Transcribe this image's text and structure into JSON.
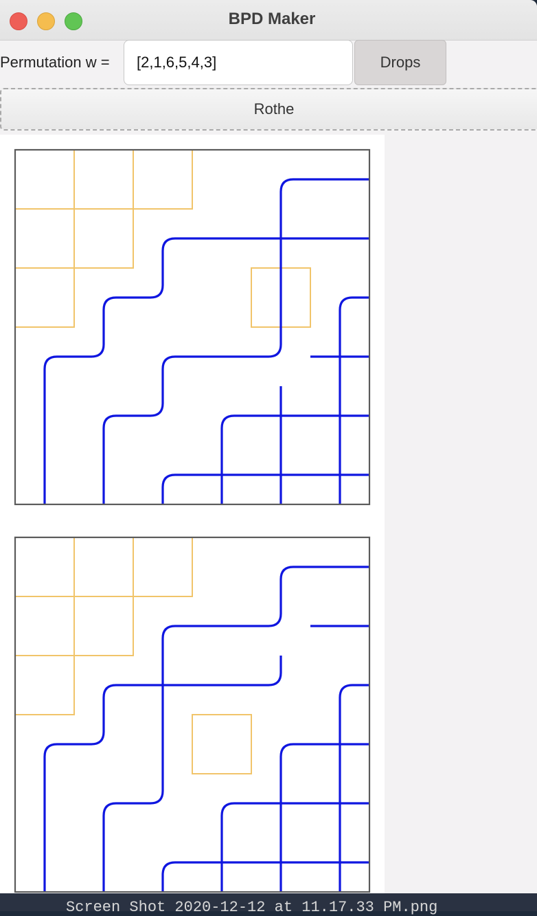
{
  "window": {
    "title": "BPD Maker"
  },
  "toolbar": {
    "perm_label": "Permutation w =",
    "perm_value": "[2,1,6,5,4,3]",
    "drops_label": "Drops",
    "rothe_label": "Rothe"
  },
  "desktop": {
    "caption": "Screen Shot 2020-12-12 at 11.17.33 PM.png"
  },
  "colors": {
    "pipe": "#0f16e0",
    "box": "#f1c46a",
    "frame": "#5b5b5b"
  },
  "diagrams": [
    {
      "name": "bpd-1",
      "size": 6,
      "boxes": [
        [
          0,
          0
        ],
        [
          0,
          1
        ],
        [
          0,
          2
        ],
        [
          1,
          0
        ],
        [
          1,
          1
        ],
        [
          2,
          0
        ],
        [
          2,
          4
        ]
      ],
      "tiles": [
        [
          "",
          "",
          "",
          "",
          "r",
          "h"
        ],
        [
          "",
          "",
          "r",
          "h",
          "+",
          "h"
        ],
        [
          "",
          "r",
          "j",
          "",
          "v",
          "r"
        ],
        [
          "r",
          "j",
          "r",
          "h",
          "j",
          "+"
        ],
        [
          "v",
          "r",
          "j",
          "r",
          "+",
          "+"
        ],
        [
          "v",
          "v",
          "r",
          "+",
          "+",
          "+"
        ]
      ]
    },
    {
      "name": "bpd-2",
      "size": 6,
      "boxes": [
        [
          0,
          0
        ],
        [
          0,
          1
        ],
        [
          0,
          2
        ],
        [
          1,
          0
        ],
        [
          1,
          1
        ],
        [
          2,
          0
        ],
        [
          3,
          3
        ]
      ],
      "tiles": [
        [
          "",
          "",
          "",
          "",
          "r",
          "h"
        ],
        [
          "",
          "",
          "r",
          "h",
          "j",
          "h"
        ],
        [
          "",
          "r",
          "+",
          "h",
          "j",
          "r"
        ],
        [
          "r",
          "j",
          "v",
          "",
          "r",
          "+"
        ],
        [
          "v",
          "r",
          "j",
          "r",
          "+",
          "+"
        ],
        [
          "v",
          "v",
          "r",
          "+",
          "+",
          "+"
        ]
      ]
    }
  ]
}
